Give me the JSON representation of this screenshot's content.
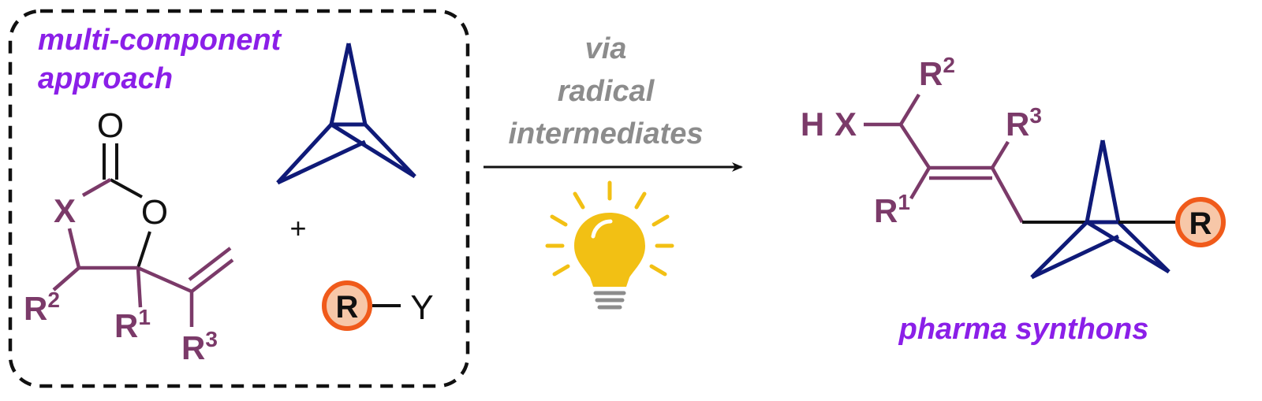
{
  "colors": {
    "purple_text": "#8b1fe8",
    "grey_text": "#8c8c8c",
    "mauve": "#7b3a69",
    "navy": "#0f1a78",
    "black": "#111111",
    "orange": "#f05a1a",
    "peach": "#f7c7a8",
    "bulb": "#f2c014"
  },
  "reactants": {
    "title_line1": "multi-component",
    "title_line2": "approach",
    "carbonyl_o": "O",
    "ring_o": "O",
    "x": "X",
    "r2": "R",
    "r2_sup": "2",
    "r1": "R",
    "r1_sup": "1",
    "r3": "R",
    "r3_sup": "3",
    "plus": "+",
    "radical_r": "R",
    "radical_y": "Y"
  },
  "conditions": {
    "line1": "via",
    "line2": "radical",
    "line3": "intermediates",
    "light_icon": "light-bulb-icon"
  },
  "product": {
    "hx_h": "H",
    "hx_x": "X",
    "r2": "R",
    "r2_sup": "2",
    "r3": "R",
    "r3_sup": "3",
    "r1": "R",
    "r1_sup": "1",
    "r": "R",
    "caption": "pharma synthons"
  }
}
